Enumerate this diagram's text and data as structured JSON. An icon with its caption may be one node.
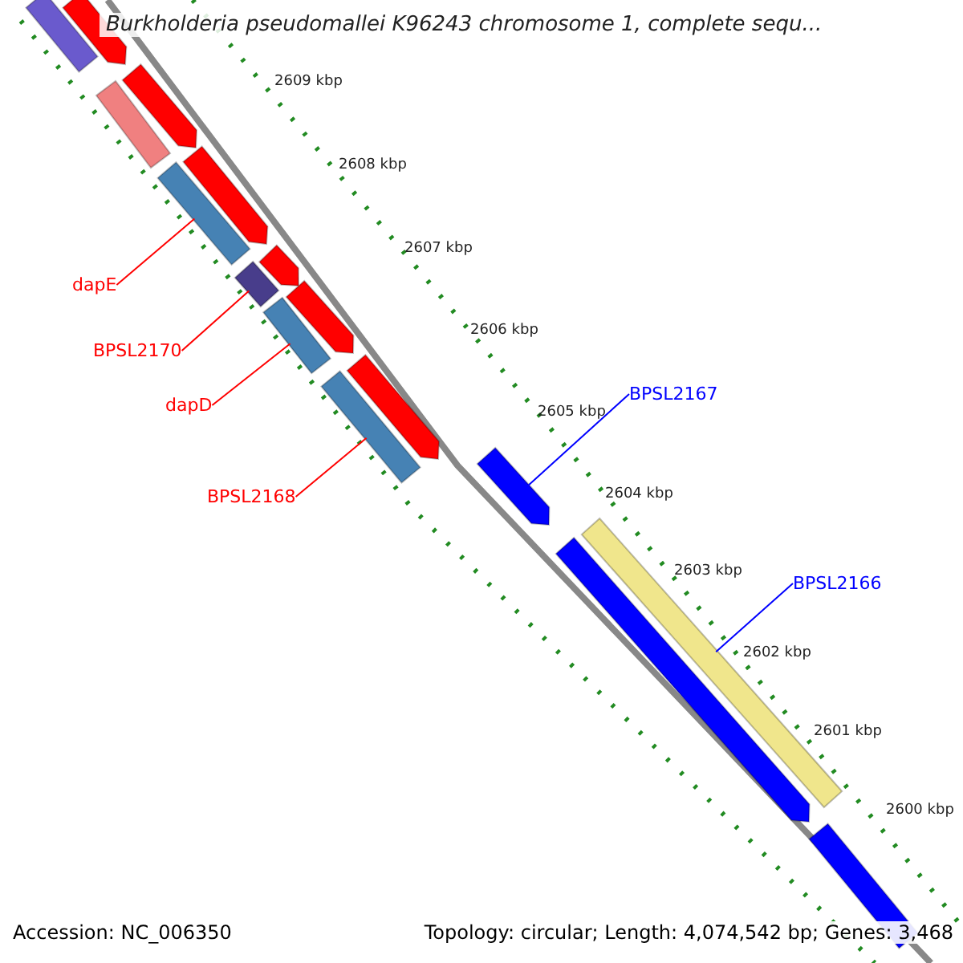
{
  "diagram": {
    "title": "Burkholderia pseudomallei K96243 chromosome 1, complete sequ...",
    "nodes": [
      {
        "text": [
          "dapE"
        ]
      },
      {
        "text": [
          "BPSL2170"
        ]
      },
      {
        "text": [
          "dapD"
        ]
      },
      {
        "text": [
          "BPSL2168"
        ]
      },
      {
        "text": [
          "BPSL2167"
        ]
      },
      {
        "text": [
          "BPSL2166"
        ]
      },
      {
        "text": [],
        "shape": "bar"
      },
      {
        "text": [],
        "shape": "arrow"
      },
      {
        "text": [],
        "shape": "arrow"
      },
      {
        "text": [],
        "shape": "bar"
      },
      {
        "text": [],
        "shape": "arrow"
      },
      {
        "text": [],
        "shape": "bar"
      },
      {
        "text": [],
        "shape": "bar"
      },
      {
        "text": [],
        "shape": "arrow"
      },
      {
        "text": [],
        "shape": "arrow"
      },
      {
        "text": [],
        "shape": "bar"
      },
      {
        "text": [],
        "shape": "bar"
      },
      {
        "text": [],
        "shape": "arrow"
      },
      {
        "text": [],
        "shape": "arrow"
      },
      {
        "text": [],
        "shape": "bar"
      },
      {
        "text": [],
        "shape": "arrow"
      },
      {
        "text": [],
        "shape": "bar"
      }
    ],
    "edges": [
      {
        "from": 0,
        "to": 11,
        "arrow": "none"
      },
      {
        "from": 1,
        "to": 12,
        "arrow": "none"
      },
      {
        "from": 2,
        "to": 15,
        "arrow": "none"
      },
      {
        "from": 3,
        "to": 16,
        "arrow": "none"
      },
      {
        "from": 4,
        "to": 18,
        "arrow": "none",
        "color": "#0000ff"
      },
      {
        "from": 5,
        "to": 19,
        "arrow": "none",
        "color": "#0000ff"
      }
    ],
    "labels": [
      "2609 kbp",
      "2608 kbp",
      "2607 kbp",
      "2606 kbp",
      "2605 kbp",
      "2604 kbp",
      "2603 kbp",
      "2602 kbp",
      "2601 kbp",
      "2600 kbp",
      "Accession: NC_006350",
      "Topology: circular; Length: 4,074,542 bp; Genes: 3,468"
    ]
  }
}
